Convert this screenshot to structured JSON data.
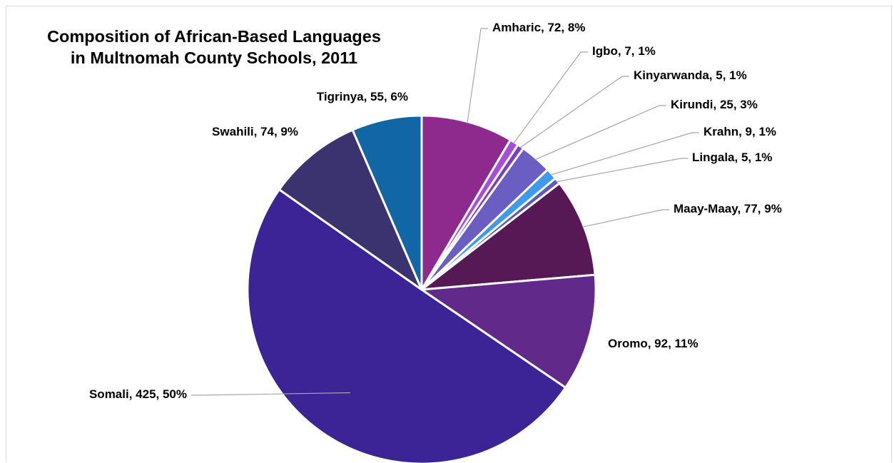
{
  "chart_data": {
    "type": "pie",
    "title": [
      "Composition of African-Based Languages",
      "in Multnomah County Schools, 2011"
    ],
    "slices": [
      {
        "name": "Amharic",
        "value": 72,
        "pct": "8%",
        "label": "Amharic, 72, 8%",
        "color": "#8E2A8E"
      },
      {
        "name": "Igbo",
        "value": 7,
        "pct": "1%",
        "label": "Igbo, 7, 1%",
        "color": "#A64FD6"
      },
      {
        "name": "Kinyarwanda",
        "value": 5,
        "pct": "1%",
        "label": "Kinyarwanda, 5, 1%",
        "color": "#7A3EC0"
      },
      {
        "name": "Kirundi",
        "value": 25,
        "pct": "3%",
        "label": "Kirundi, 25, 3%",
        "color": "#6B5EC2"
      },
      {
        "name": "Krahn",
        "value": 9,
        "pct": "1%",
        "label": "Krahn, 9, 1%",
        "color": "#3D9BE9"
      },
      {
        "name": "Lingala",
        "value": 5,
        "pct": "1%",
        "label": "Lingala, 5, 1%",
        "color": "#5E5CB8"
      },
      {
        "name": "Maay-Maay",
        "value": 77,
        "pct": "9%",
        "label": "Maay-Maay, 77, 9%",
        "color": "#561955"
      },
      {
        "name": "Oromo",
        "value": 92,
        "pct": "11%",
        "label": "Oromo, 92, 11%",
        "color": "#612A8A"
      },
      {
        "name": "Somali",
        "value": 425,
        "pct": "50%",
        "label": "Somali, 425, 50%",
        "color": "#3C2496"
      },
      {
        "name": "Swahili",
        "value": 74,
        "pct": "9%",
        "label": "Swahili, 74, 9%",
        "color": "#3B3270"
      },
      {
        "name": "Tigrinya",
        "value": 55,
        "pct": "6%",
        "label": "Tigrinya, 55, 6%",
        "color": "#1166A6"
      }
    ],
    "legend": "none",
    "leader_line_color": "#A6A6A6"
  }
}
